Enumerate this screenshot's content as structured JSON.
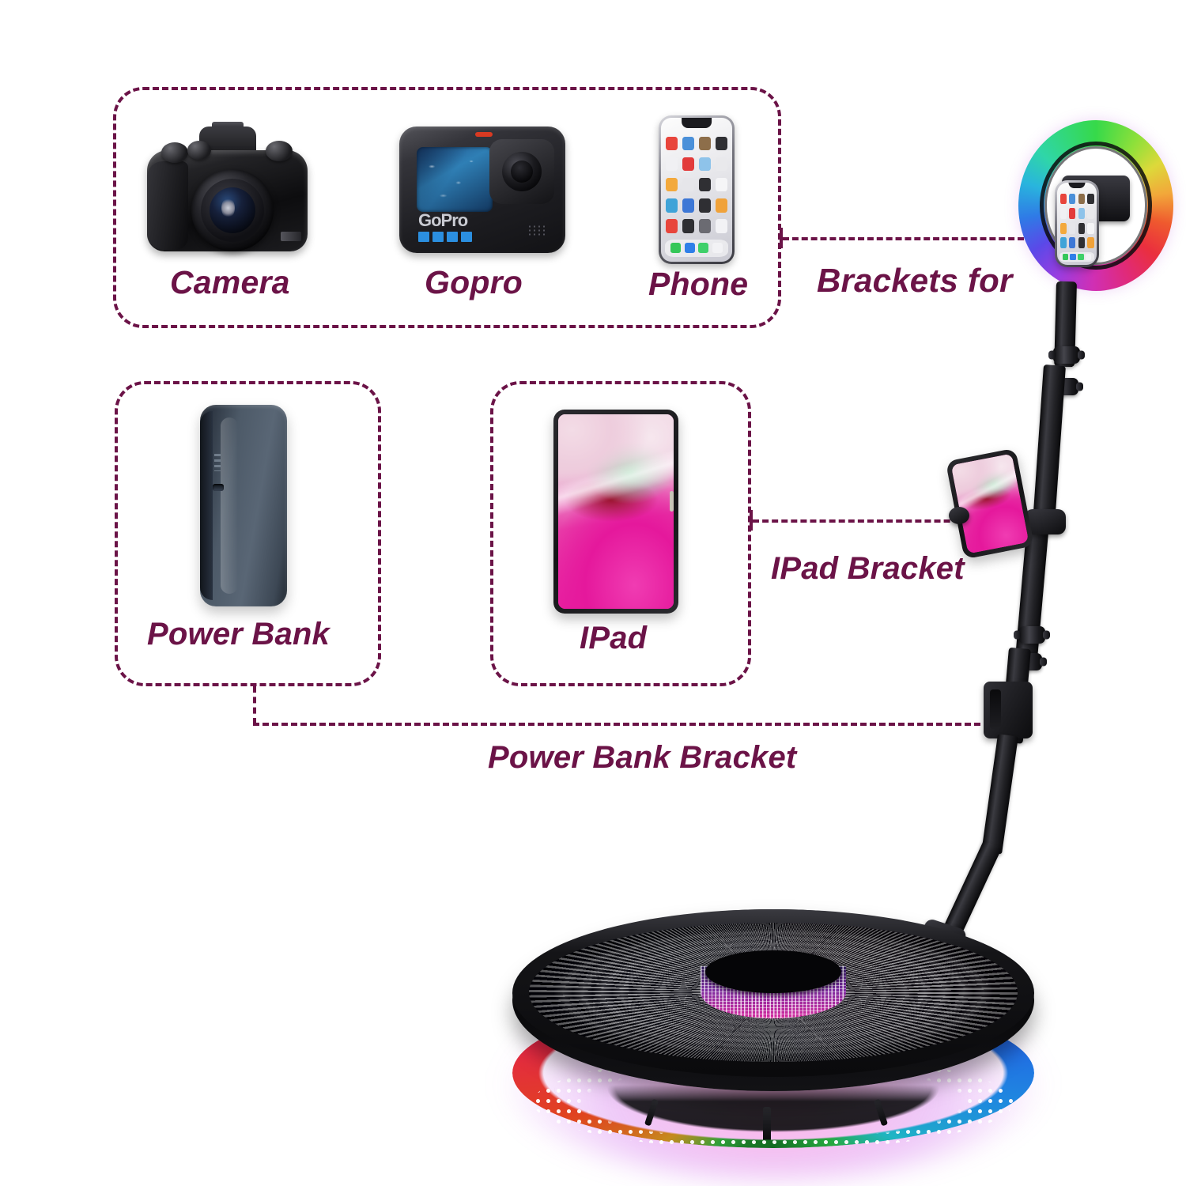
{
  "theme": {
    "accent": "#6B1347",
    "background": "#ffffff"
  },
  "callouts": [
    {
      "id": "devices-box",
      "connector_label": "Brackets for",
      "items": [
        {
          "label": "Camera",
          "icon": "dslr-camera-icon"
        },
        {
          "label": "Gopro",
          "icon": "gopro-camera-icon"
        },
        {
          "label": "Phone",
          "icon": "smartphone-icon"
        }
      ]
    },
    {
      "id": "power-bank-box",
      "connector_label": "Power Bank Bracket",
      "items": [
        {
          "label": "Power Bank",
          "icon": "power-bank-icon"
        }
      ]
    },
    {
      "id": "ipad-box",
      "connector_label": "IPad Bracket",
      "items": [
        {
          "label": "IPad",
          "icon": "tablet-icon"
        }
      ]
    }
  ],
  "labels": {
    "camera": "Camera",
    "gopro": "Gopro",
    "phone": "Phone",
    "power_bank": "Power Bank",
    "ipad": "IPad",
    "brackets_for": "Brackets for",
    "ipad_bracket": "IPad Bracket",
    "power_bank_bracket": "Power Bank Bracket"
  },
  "product": {
    "ring_light": "rgb-ring-light",
    "ring_light_phone": "mounted-phone",
    "pole": "telescoping-pole",
    "ipad_bracket_mount": "ipad-bracket-mount",
    "power_bank_bracket_mount": "power-bank-bracket-mount",
    "support_arm": "support-arm",
    "platform": "360-photo-booth-platform",
    "platform_led": "rgb-led-ring"
  },
  "gopro_branding": "GoPro"
}
